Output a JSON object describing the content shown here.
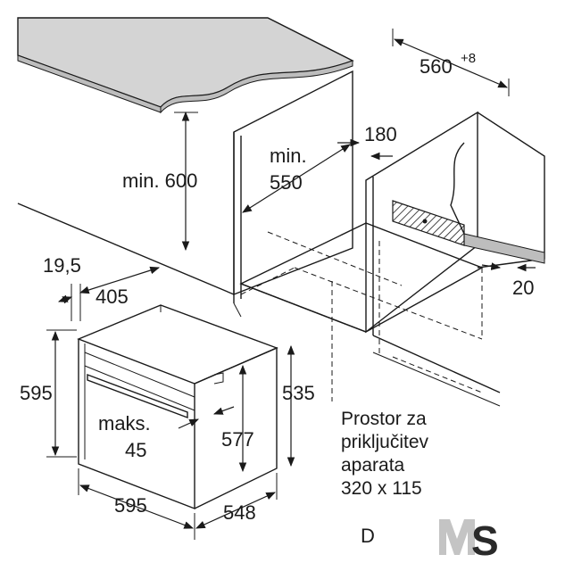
{
  "dimensions": {
    "niche_depth": "560",
    "niche_depth_tolerance": "+8",
    "worktop_height_min": "min. 600",
    "niche_width_min_line1": "min.",
    "niche_width_min_line2": "550",
    "rear_gap": "180",
    "side_gap": "20",
    "oven_front_offset": "19,5",
    "oven_inner_width": "405",
    "oven_height": "595",
    "oven_inner_height": "535",
    "oven_body_height": "577",
    "oven_width": "595",
    "oven_depth": "548",
    "max_label_line1": "maks.",
    "max_label_line2": "45"
  },
  "note": {
    "line1": "Prostor za",
    "line2": "priključitev",
    "line3": "aparata",
    "line4": "320 x 115"
  },
  "figure_letter": "D",
  "logo_text": "MS",
  "colors": {
    "line": "#1a1a1a",
    "worktop_fill": "#d4d4d4",
    "hatch": "#1a1a1a",
    "logo_m": "#c4c4c4",
    "logo_s": "#2a2a2a"
  }
}
